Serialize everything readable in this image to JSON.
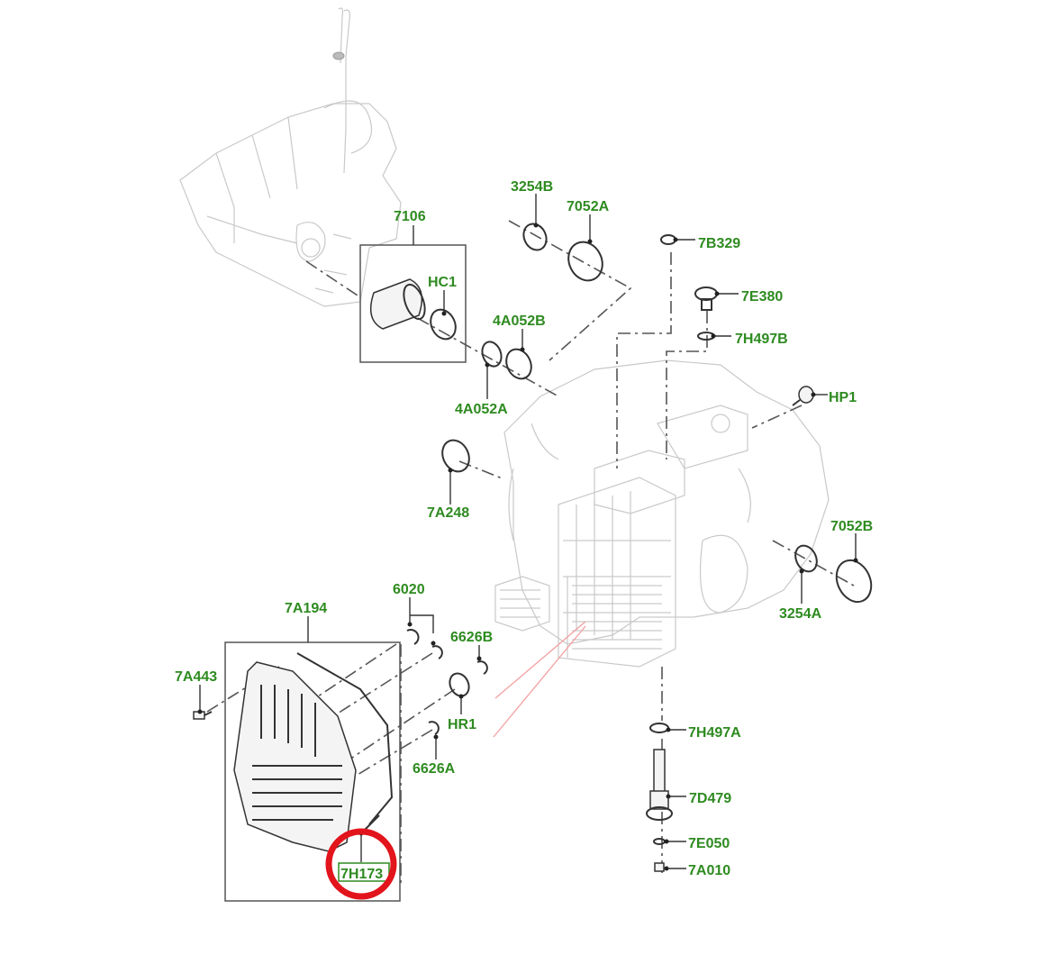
{
  "diagram": {
    "title": "Transmission exploded parts diagram",
    "highlight_color": "#e2141c",
    "label_color": "#2e8b20",
    "highlighted_part": "7H173",
    "parts": [
      {
        "id": "7106",
        "label": "7106"
      },
      {
        "id": "HC1",
        "label": "HC1"
      },
      {
        "id": "3254B",
        "label": "3254B"
      },
      {
        "id": "7052A",
        "label": "7052A"
      },
      {
        "id": "7B329",
        "label": "7B329"
      },
      {
        "id": "7E380",
        "label": "7E380"
      },
      {
        "id": "7H497B",
        "label": "7H497B"
      },
      {
        "id": "4A052B",
        "label": "4A052B"
      },
      {
        "id": "4A052A",
        "label": "4A052A"
      },
      {
        "id": "HP1",
        "label": "HP1"
      },
      {
        "id": "7A248",
        "label": "7A248"
      },
      {
        "id": "7052B",
        "label": "7052B"
      },
      {
        "id": "3254A",
        "label": "3254A"
      },
      {
        "id": "6020",
        "label": "6020"
      },
      {
        "id": "7A194",
        "label": "7A194"
      },
      {
        "id": "6626B",
        "label": "6626B"
      },
      {
        "id": "7A443",
        "label": "7A443"
      },
      {
        "id": "HR1",
        "label": "HR1"
      },
      {
        "id": "6626A",
        "label": "6626A"
      },
      {
        "id": "7H497A",
        "label": "7H497A"
      },
      {
        "id": "7D479",
        "label": "7D479"
      },
      {
        "id": "7E050",
        "label": "7E050"
      },
      {
        "id": "7A010",
        "label": "7A010"
      },
      {
        "id": "7H173",
        "label": "7H173"
      }
    ]
  }
}
